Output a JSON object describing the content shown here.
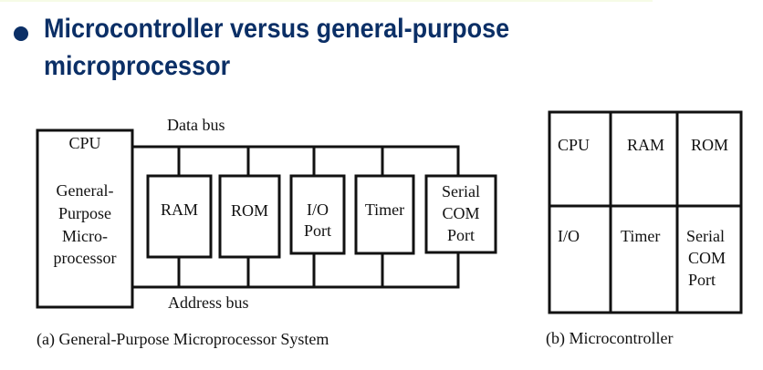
{
  "slide": {
    "title_line1": "Microcontroller versus general-purpose",
    "title_line2": "microprocessor",
    "title_color": "#0b2f66",
    "bullet_icon": "filled-circle-bullet"
  },
  "diagram_a": {
    "caption": "(a) General-Purpose Microprocessor System",
    "data_bus_label": "Data bus",
    "address_bus_label": "Address bus",
    "cpu": {
      "label": "CPU",
      "description_lines": [
        "General-",
        "Purpose",
        "Micro-",
        "processor"
      ]
    },
    "components": [
      {
        "lines": [
          "RAM"
        ]
      },
      {
        "lines": [
          "ROM"
        ]
      },
      {
        "lines": [
          "I/O",
          "Port"
        ]
      },
      {
        "lines": [
          "Timer"
        ]
      },
      {
        "lines": [
          "Serial",
          "COM",
          "Port"
        ]
      }
    ]
  },
  "diagram_b": {
    "caption": "(b) Microcontroller",
    "cells": [
      {
        "lines": [
          "CPU"
        ]
      },
      {
        "lines": [
          "RAM"
        ]
      },
      {
        "lines": [
          "ROM"
        ]
      },
      {
        "lines": [
          "I/O"
        ]
      },
      {
        "lines": [
          "Timer"
        ]
      },
      {
        "lines": [
          "Serial",
          "COM",
          "Port"
        ]
      }
    ]
  }
}
